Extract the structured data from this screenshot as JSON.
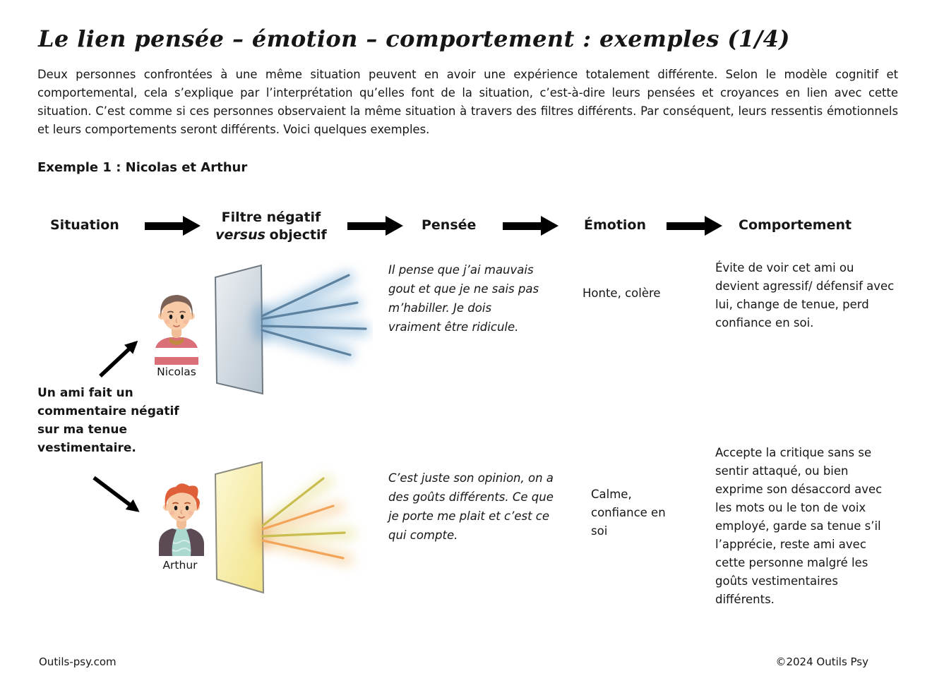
{
  "page": {
    "title": "Le lien pensée – émotion – comportement : exemples (1/4)",
    "intro": "Deux personnes confrontées à une même situation peuvent en avoir une expérience totalement différente. Selon le modèle cognitif et comportemental, cela s’explique par l’interprétation qu’elles font de la situation, c’est-à-dire leurs pensées et croyances en lien avec cette situation. C’est comme si ces personnes observaient la même situation à travers des filtres différents. Par conséquent, leurs ressentis émotionnels et leurs comportements seront différents. Voici quelques exemples.",
    "example_heading": "Exemple 1 : Nicolas et Arthur",
    "footer_left": "Outils-psy.com",
    "footer_right": "©2024 Outils Psy"
  },
  "flow": {
    "step1": "Situation",
    "step2_line1": "Filtre négatif",
    "step2_versus": "versus",
    "step2_rest": "objectif",
    "step3": "Pensée",
    "step4": "Émotion",
    "step5": "Comportement",
    "arrow_icon": "thick-black-right-arrow",
    "pointer_icon": "black-diagonal-arrow"
  },
  "example": {
    "situation": "Un ami fait un commentaire négatif sur ma tenue vestimentaire.",
    "rows": [
      {
        "person": "Nicolas",
        "filter": "filtre négatif",
        "pensee": "Il pense que j’ai mauvais gout et que je ne sais pas m’habiller. Je dois vraiment être ridicule.",
        "emotion": "Honte, colère",
        "comportement": "Évite de voir cet ami ou devient agressif/ défensif avec lui, change de tenue, perd confiance en soi."
      },
      {
        "person": "Arthur",
        "filter": "filtre objectif",
        "pensee": "C’est juste son opinion, on a des goûts différents. Ce que je porte me plait et c’est ce qui compte.",
        "emotion": "Calme, confiance en soi",
        "comportement": "Accepte la critique sans se sentir attaqué, ou bien exprime son désaccord avec les mots ou le ton de voix employé, garde sa tenue s’il l’apprécie, reste ami avec cette personne malgré les goûts vestimentaires différents."
      }
    ]
  },
  "colors": {
    "negative_filter_panel": "#bcc8d2",
    "negative_filter_rays": "#5d82a0",
    "negative_filter_glow": "#7fb0d6",
    "objective_filter_panel": "#f2e388",
    "objective_filter_ray_olive": "#c9bd4f",
    "objective_filter_ray_orange": "#f2a45a",
    "person1_shirt": "#da6f78",
    "person2_shirt": "#abd9d0",
    "arrow": "#000000"
  }
}
